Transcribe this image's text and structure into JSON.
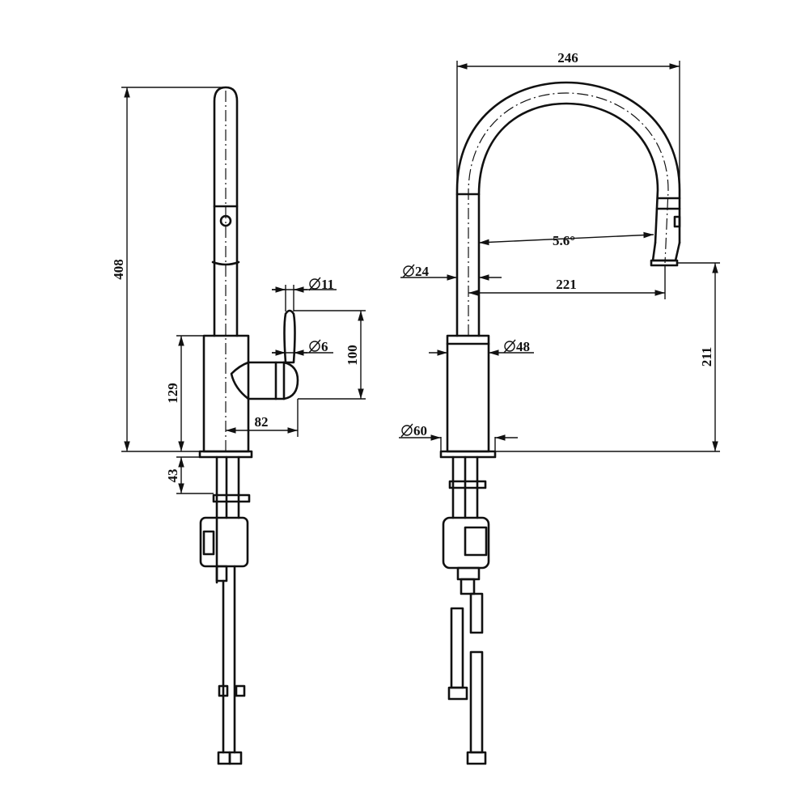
{
  "side_view": {
    "overall_height": "408",
    "body_height": "129",
    "below_deck": "43",
    "lever_diameter": "11",
    "lever_pin_diameter": "6",
    "lever_height": "100",
    "lever_projection": "82"
  },
  "front_view": {
    "overall_width": "246",
    "spout_diameter": "24",
    "spout_reach": "221",
    "spray_angle": "5.6°",
    "body_diameter": "48",
    "base_diameter": "60",
    "spout_outlet_height": "211"
  }
}
